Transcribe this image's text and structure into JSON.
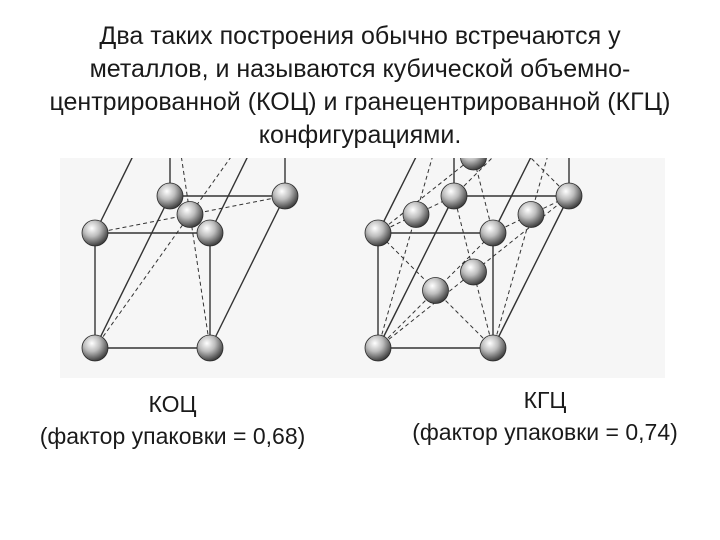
{
  "title": {
    "lines": [
      "Два таких построения обычно встречаются у",
      "металлов, и называются кубической объемно-",
      "центрированной (КОЦ) и гранецентрированной (КГЦ)",
      "конфигурациями."
    ]
  },
  "bcc": {
    "label": "КОЦ",
    "packing": "(фактор упаковки = 0,68)"
  },
  "fcc": {
    "label": "КГЦ",
    "packing": "(фактор упаковки = 0,74)"
  },
  "colors": {
    "text": "#1a1a1a",
    "edge": "#333333",
    "sphere_light": "#f4f4f4",
    "sphere_dark": "#3a3a3a",
    "background_tint": "#eeeeee"
  }
}
